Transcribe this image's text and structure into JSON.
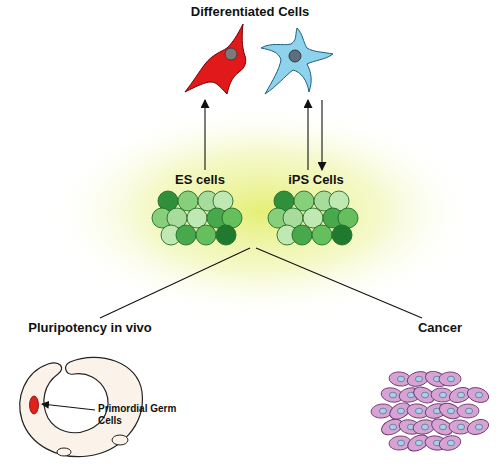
{
  "diagram": {
    "nodes": [
      {
        "text": [
          "Differentiated Cells"
        ]
      },
      {
        "text": [
          "ES cells"
        ]
      },
      {
        "text": [
          "iPS Cells"
        ]
      },
      {
        "text": [
          "Pluripotency in vivo"
        ]
      },
      {
        "text": [
          "Cancer"
        ]
      }
    ],
    "edges": [
      {
        "from": 1,
        "to": 0,
        "arrow": "to"
      },
      {
        "from": 2,
        "to": 0,
        "arrow": "to"
      },
      {
        "from": 0,
        "to": 2,
        "arrow": "to"
      },
      {
        "from": 1,
        "to": 3,
        "arrow": "none"
      },
      {
        "from": 2,
        "to": 4,
        "arrow": "none"
      }
    ],
    "labels": [
      "Primordial Germ Cells"
    ]
  }
}
